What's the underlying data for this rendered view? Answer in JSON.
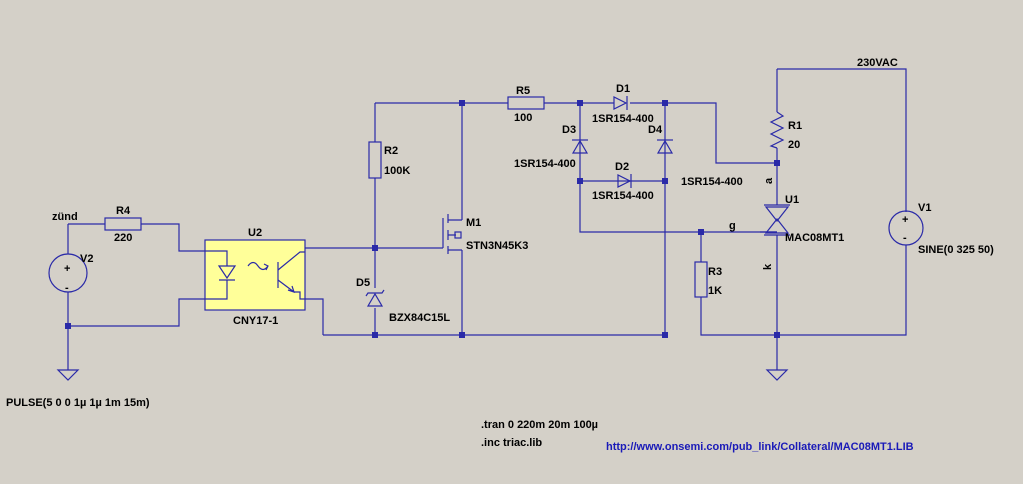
{
  "colors": {
    "background": "#d4d0c8",
    "wire": "#2a2aa8",
    "optocoupler_fill": "#ffff99",
    "text": "#000000",
    "link": "#1a1ab8"
  },
  "components": {
    "r4": {
      "name": "R4",
      "value": "220"
    },
    "r2": {
      "name": "R2",
      "value": "100K"
    },
    "r5": {
      "name": "R5",
      "value": "100"
    },
    "r1": {
      "name": "R1",
      "value": "20"
    },
    "r3": {
      "name": "R3",
      "value": "1K"
    },
    "u2": {
      "name": "U2",
      "value": "CNY17-1"
    },
    "u1": {
      "name": "U1",
      "value": "MAC08MT1",
      "pin_a": "a",
      "pin_g": "g",
      "pin_k": "k"
    },
    "m1": {
      "name": "M1",
      "value": "STN3N45K3"
    },
    "d1": {
      "name": "D1",
      "value": "1SR154-400"
    },
    "d2": {
      "name": "D2",
      "value": "1SR154-400"
    },
    "d3": {
      "name": "D3",
      "value": "1SR154-400"
    },
    "d4": {
      "name": "D4",
      "value": "1SR154-400"
    },
    "d5": {
      "name": "D5",
      "value": "BZX84C15L"
    },
    "v1": {
      "name": "V1",
      "value": "SINE(0 325 50)",
      "plus": "+",
      "minus": "-"
    },
    "v2": {
      "name": "V2",
      "value": "PULSE(5 0 0 1µ 1µ 1m 15m)",
      "plus": "+",
      "minus": "-"
    }
  },
  "nets": {
    "input": "zünd",
    "supply": "230VAC"
  },
  "directives": {
    "tran": ".tran 0 220m 20m 100µ",
    "inc": ".inc triac.lib"
  },
  "link": {
    "url": "http://www.onsemi.com/pub_link/Collateral/MAC08MT1.LIB"
  }
}
